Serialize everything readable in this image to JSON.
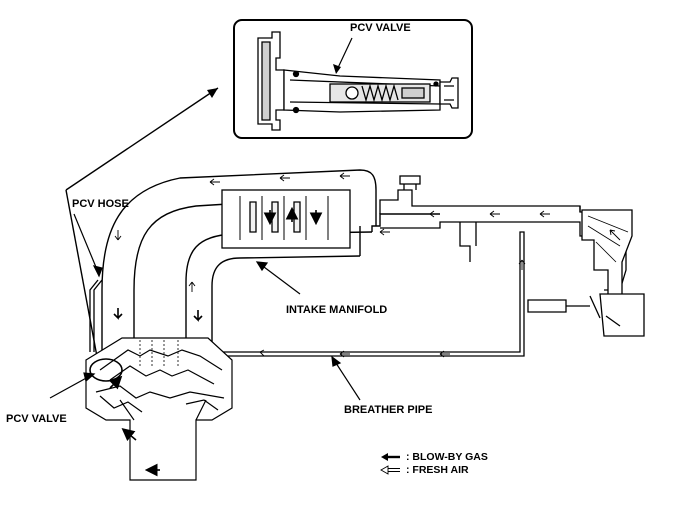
{
  "labels": {
    "inset_title": "PCV VALVE",
    "pcv_hose": "PCV HOSE",
    "intake_manifold": "INTAKE MANIFOLD",
    "pcv_valve": "PCV VALVE",
    "breather_pipe": "BREATHER PIPE"
  },
  "legend": {
    "blow_by": ": BLOW-BY GAS",
    "fresh_air": ": FRESH AIR"
  },
  "colors": {
    "line": "#000000",
    "fill": "#ffffff",
    "shade": "#cfcfcf"
  }
}
